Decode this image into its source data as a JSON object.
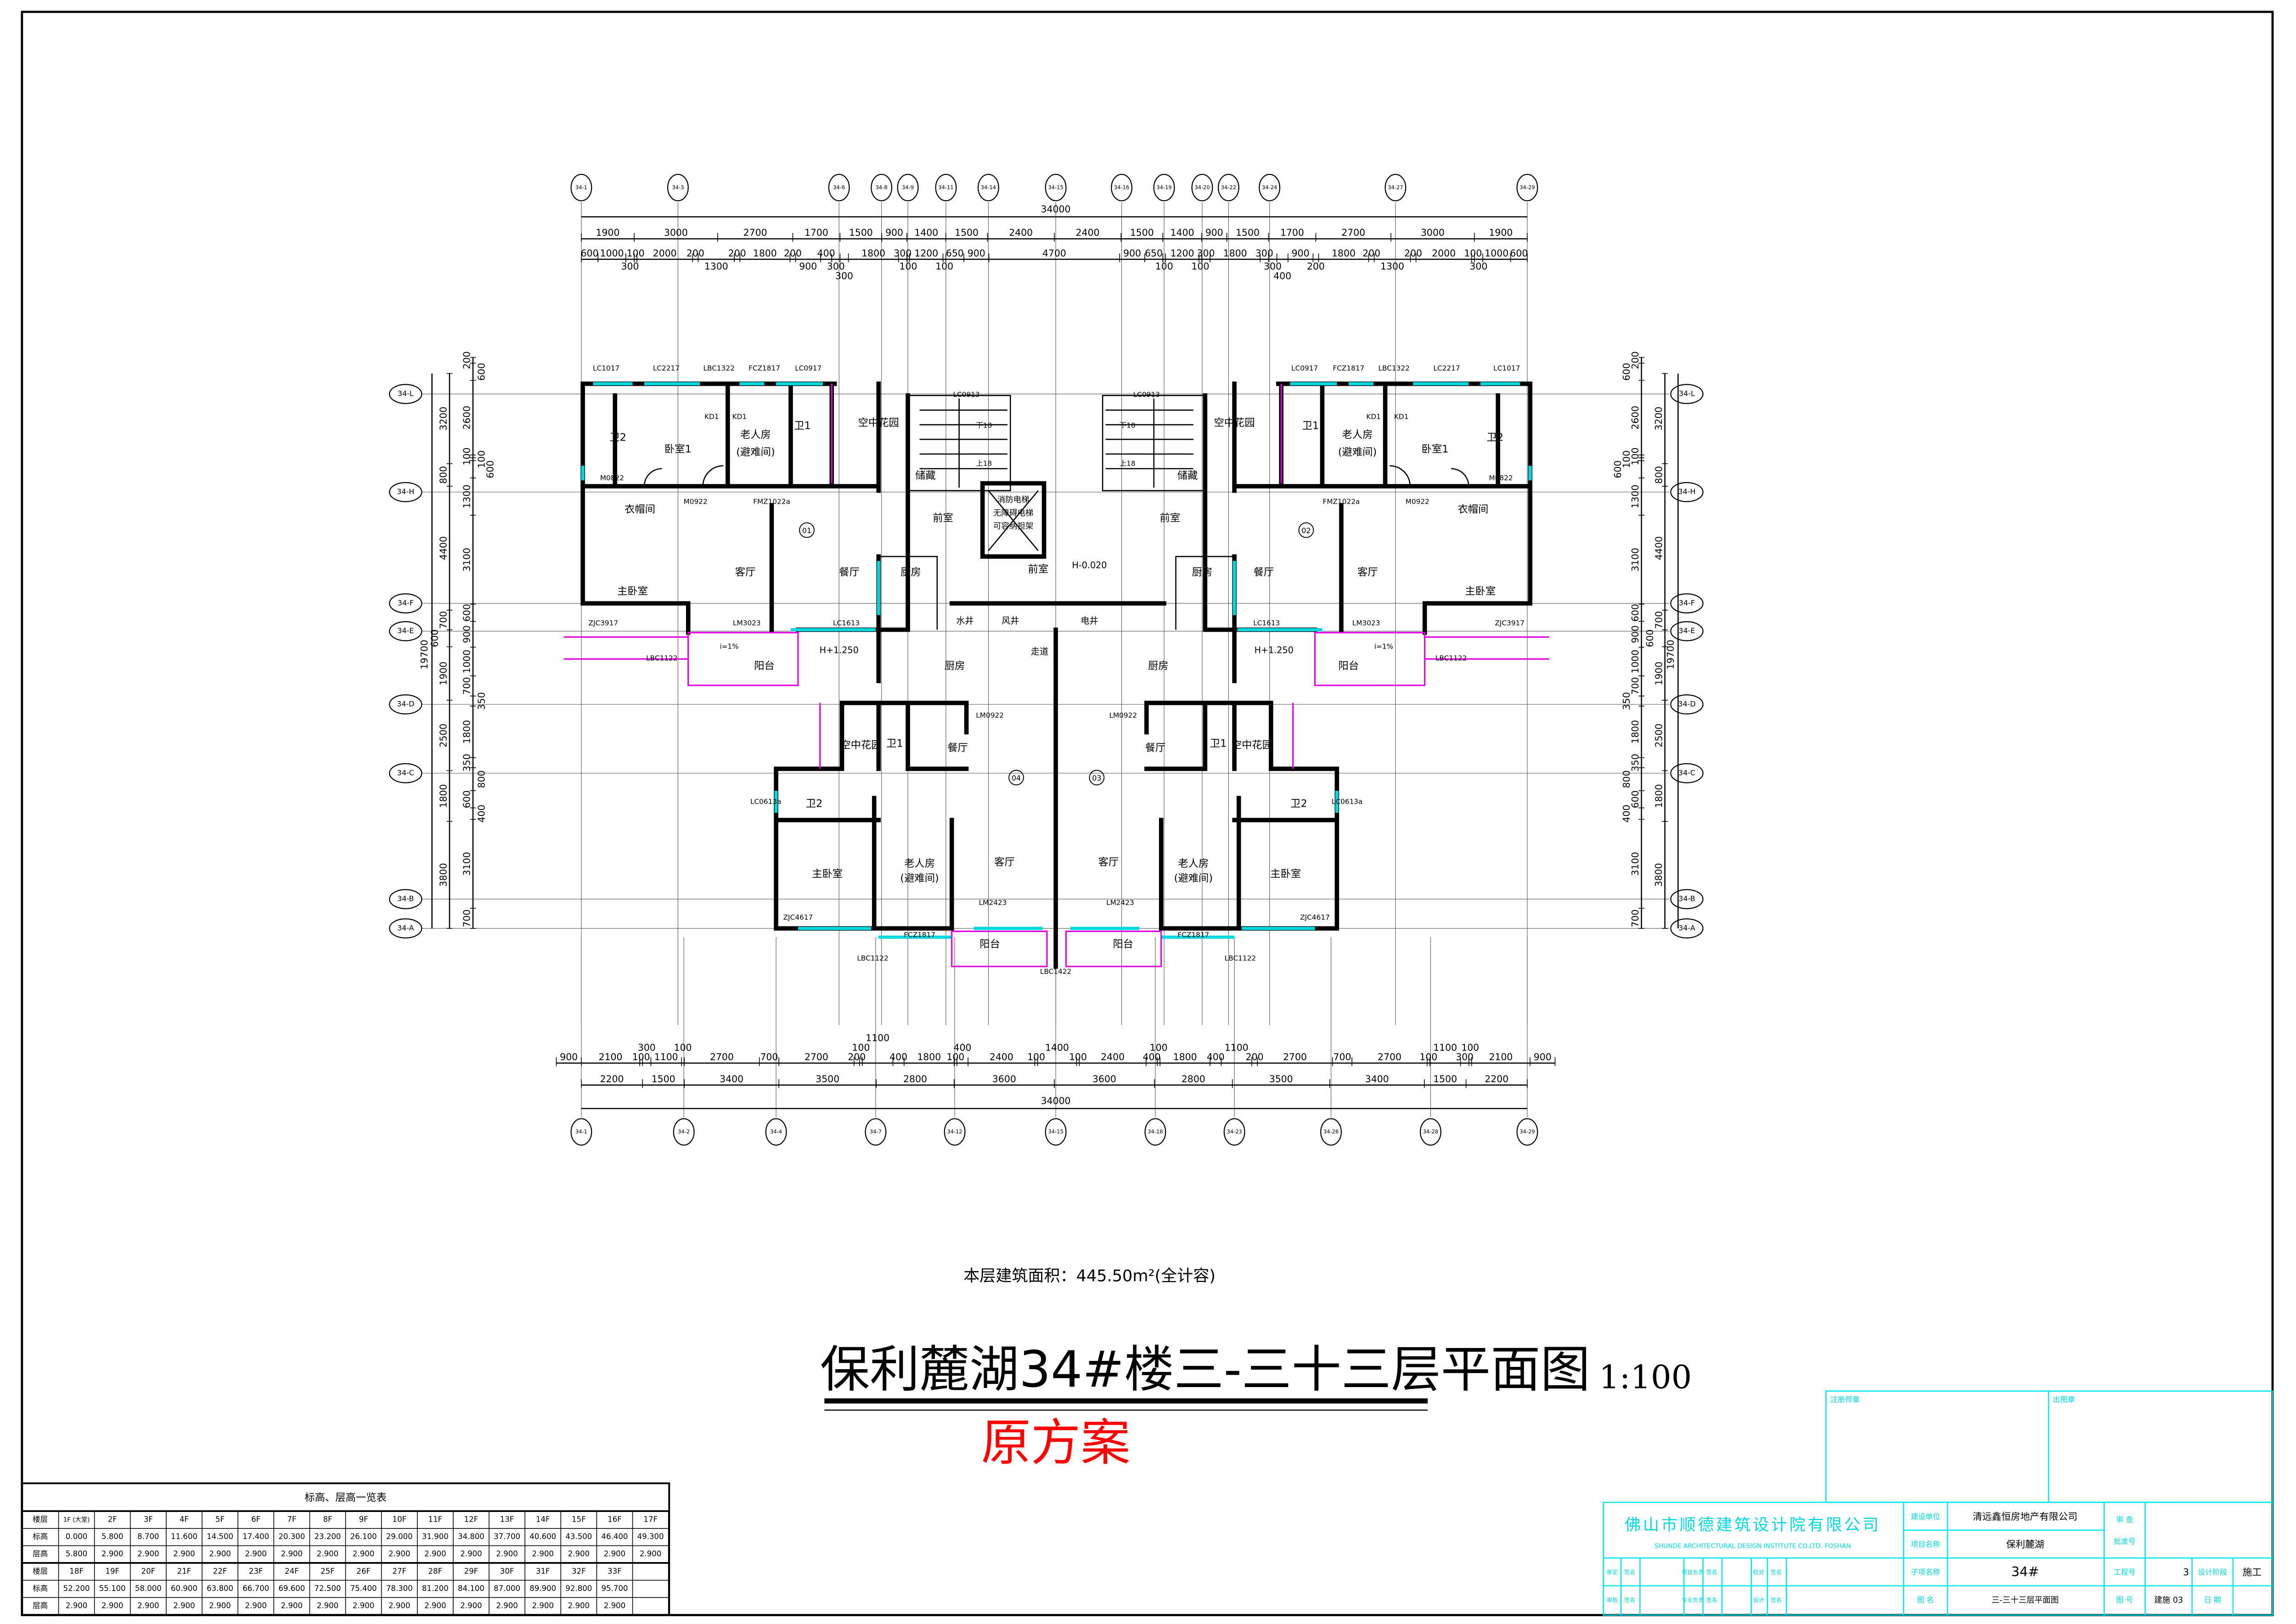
{
  "drawing": {
    "title": "保利麓湖34#楼三-三十三层平面图",
    "scale": "1:100",
    "scheme_note": "原方案",
    "area_note": "本层建筑面积：445.50m²(全计容)"
  },
  "axes": {
    "top": [
      "34-1",
      "34-3",
      "34-6",
      "34-8",
      "34-9",
      "34-11",
      "34-14",
      "34-15",
      "34-16",
      "34-19",
      "34-20",
      "34-22",
      "34-24",
      "34-27",
      "34-29"
    ],
    "bottom": [
      "34-1",
      "34-2",
      "34-4",
      "34-7",
      "34-12",
      "34-15",
      "34-18",
      "34-23",
      "34-26",
      "34-28",
      "34-29"
    ],
    "side": [
      "34-L",
      "34-H",
      "34-F",
      "34-E",
      "34-D",
      "34-C",
      "34-B",
      "34-A"
    ]
  },
  "dimensions": {
    "top_total": "34000",
    "top_row2": [
      1900,
      3000,
      2700,
      1700,
      1500,
      900,
      1400,
      1500,
      2400,
      2400,
      1500,
      1400,
      900,
      1500,
      1700,
      2700,
      3000,
      1900
    ],
    "top_row3": [
      600,
      1000,
      300,
      100,
      2000,
      200,
      1300,
      200,
      1800,
      200,
      900,
      400,
      300,
      300,
      1800,
      300,
      100,
      1200,
      100,
      650,
      900,
      4700,
      900,
      650,
      100,
      1200,
      100,
      300,
      1800,
      300,
      300,
      400,
      900,
      200,
      1800,
      200,
      1300,
      200,
      2000,
      100,
      300,
      1000,
      600
    ],
    "bottom_row1": [
      900,
      2100,
      100,
      300,
      1100,
      100,
      2700,
      700,
      2700,
      200,
      100,
      1100,
      400,
      1800,
      100,
      400,
      2400,
      100,
      1400,
      100,
      2400,
      400,
      100,
      1800,
      400,
      1100,
      200,
      2700,
      700,
      2700,
      100,
      1100,
      300,
      100,
      2100,
      900
    ],
    "bottom_row2": [
      2200,
      1500,
      3400,
      3500,
      2800,
      3600,
      3600,
      2800,
      3500,
      3400,
      1500,
      2200
    ],
    "bottom_total": "34000",
    "side_total": "19700",
    "side_outer": [
      3200,
      800,
      4400,
      700,
      600,
      1900,
      2500,
      1800,
      3800
    ],
    "side_inner": [
      200,
      600,
      2600,
      100,
      100,
      600,
      1300,
      3100,
      600,
      900,
      1000,
      700,
      350,
      1800,
      350,
      800,
      600,
      400,
      3100,
      700
    ]
  },
  "units": [
    "01",
    "02",
    "04",
    "03"
  ],
  "rooms": [
    "卫2",
    "卧室1",
    "老人房",
    "(避难间)",
    "卫1",
    "空中花园",
    "储藏",
    "衣帽间",
    "客厅",
    "餐厅",
    "主卧室",
    "厨房",
    "前室",
    "阳台",
    "厨房",
    "空中花园",
    "卫1",
    "餐厅",
    "卫2",
    "主卧室",
    "老人房",
    "(避难间)",
    "客厅",
    "阳台"
  ],
  "core": {
    "elevator_lines": [
      "消防电梯",
      "无障碍电梯",
      "可容纳担架"
    ],
    "lobby": "前室",
    "level_mark": "H-0.020",
    "water_shaft": "水井",
    "air_shaft": "风井",
    "electric_shaft": "电井",
    "corridor": "走道",
    "stair_down": "下18",
    "stair_up": "上18",
    "balcony_level": "H+1.250",
    "slope": "i=1%"
  },
  "openings": [
    "LC1017",
    "LC2217",
    "LBC1322",
    "FCZ1817",
    "LC0917",
    "LC0913",
    "M0822",
    "M0922",
    "FMZ1022a",
    "LM3023",
    "LC1613",
    "ZJC3917",
    "LBC1122",
    "LM0922",
    "LC0613a",
    "ZJC4617",
    "FCZ1817",
    "LBC1122",
    "LM2423",
    "LBC1422",
    "KD1",
    "KD1"
  ],
  "level_table": {
    "title": "标高、层高一览表",
    "row_labels": [
      "楼层",
      "标高",
      "层高"
    ],
    "part1": {
      "floors": [
        "1F (大堂)",
        "2F",
        "3F",
        "4F",
        "5F",
        "6F",
        "7F",
        "8F",
        "9F",
        "10F",
        "11F",
        "12F",
        "13F",
        "14F",
        "15F",
        "16F",
        "17F"
      ],
      "elevations": [
        "0.000",
        "5.800",
        "8.700",
        "11.600",
        "14.500",
        "17.400",
        "20.300",
        "23.200",
        "26.100",
        "29.000",
        "31.900",
        "34.800",
        "37.700",
        "40.600",
        "43.500",
        "46.400",
        "49.300"
      ],
      "heights": [
        "5.800",
        "2.900",
        "2.900",
        "2.900",
        "2.900",
        "2.900",
        "2.900",
        "2.900",
        "2.900",
        "2.900",
        "2.900",
        "2.900",
        "2.900",
        "2.900",
        "2.900",
        "2.900",
        "2.900"
      ]
    },
    "part2": {
      "floors": [
        "18F",
        "19F",
        "20F",
        "21F",
        "22F",
        "23F",
        "24F",
        "25F",
        "26F",
        "27F",
        "28F",
        "29F",
        "30F",
        "31F",
        "32F",
        "33F",
        ""
      ],
      "elevations": [
        "52.200",
        "55.100",
        "58.000",
        "60.900",
        "63.800",
        "66.700",
        "69.600",
        "72.500",
        "75.400",
        "78.300",
        "81.200",
        "84.100",
        "87.000",
        "89.900",
        "92.800",
        "95.700",
        ""
      ],
      "heights": [
        "2.900",
        "2.900",
        "2.900",
        "2.900",
        "2.900",
        "2.900",
        "2.900",
        "2.900",
        "2.900",
        "2.900",
        "2.900",
        "2.900",
        "2.900",
        "2.900",
        "2.900",
        "2.900",
        ""
      ]
    }
  },
  "stamps": {
    "registered": "注册师章",
    "issue": "出图章"
  },
  "title_block": {
    "company_cn": "佛山市顺德建筑设计院有限公司",
    "company_en": "SHUNDE ARCHITECTURAL DESIGN INSTITUTE CO.LTD. FOSHAN",
    "client_label": "建设单位",
    "client": "清远鑫恒房地产有限公司",
    "project_label": "项目名称",
    "project": "保利麓湖",
    "subproject_label": "子项名称",
    "subproject": "34#",
    "drawing_name_label": "图 名",
    "drawing_name": "三-三十三层平面图",
    "review_label": "审 查",
    "approval_label": "批准号",
    "job_no_label": "工程号",
    "job_no": "3",
    "stage_label": "设计阶段",
    "stage": "施工",
    "drawing_no_label": "图 号",
    "drawing_no": "建施 03",
    "date_label": "日 期",
    "signatures": [
      {
        "role": "审定",
        "sign": "签名"
      },
      {
        "role": "项目负责",
        "sign": "签名"
      },
      {
        "role": "校对",
        "sign": "签名"
      },
      {
        "role": "审核",
        "sign": "签名"
      },
      {
        "role": "专业负责",
        "sign": "签名"
      },
      {
        "role": "设计",
        "sign": "签名"
      }
    ]
  },
  "colors": {
    "window": "#00d8e0",
    "balcony": "#e000e0",
    "note": "#ff0000",
    "title_block": "#00e5ee"
  }
}
